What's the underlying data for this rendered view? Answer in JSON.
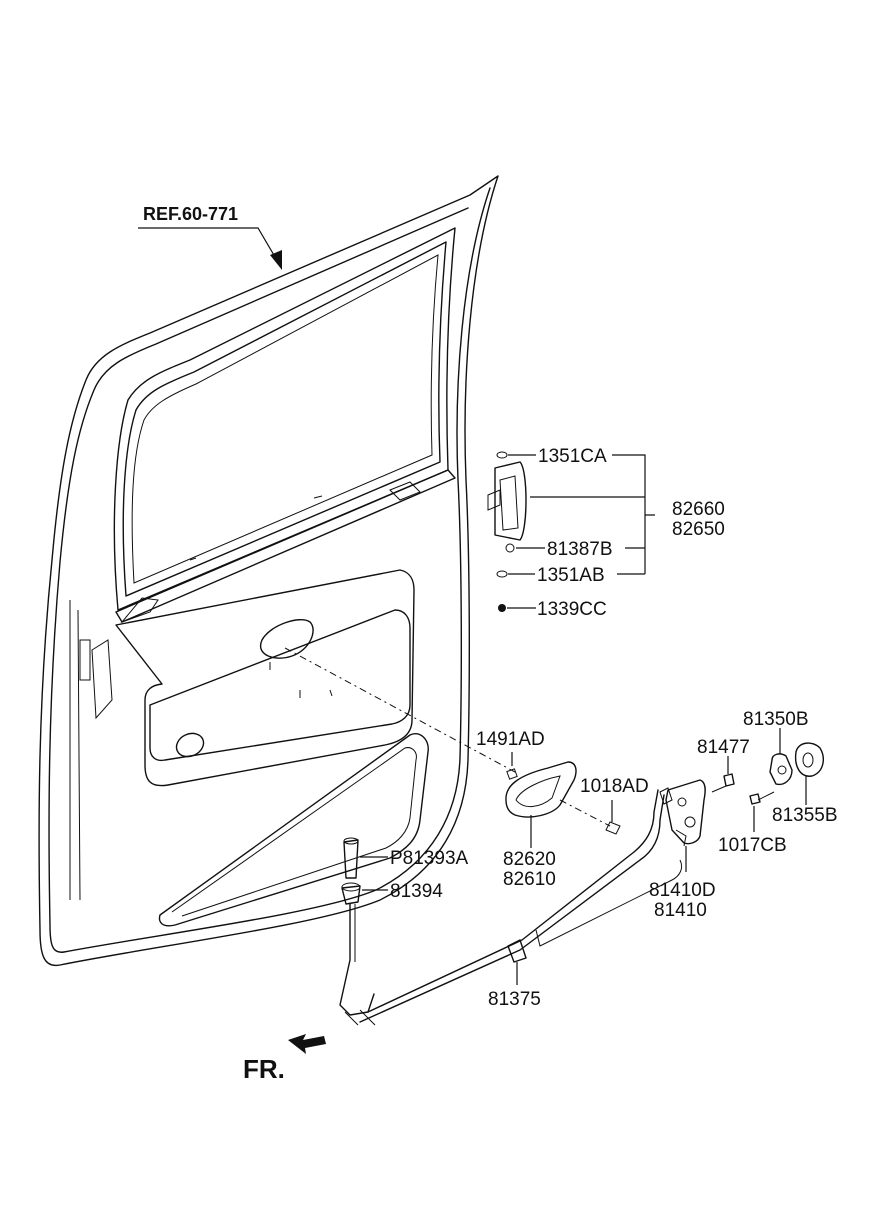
{
  "diagram": {
    "reference": "REF.60-771",
    "direction": "FR.",
    "parts": {
      "p1351CA": "1351CA",
      "p82660": "82660",
      "p82650": "82650",
      "p81387B": "81387B",
      "p1351AB": "1351AB",
      "p1339CC": "1339CC",
      "p1491AD": "1491AD",
      "p1018AD": "1018AD",
      "p82620": "82620",
      "p82610": "82610",
      "pP81393A": "P81393A",
      "p81394": "81394",
      "p81375": "81375",
      "p81477": "81477",
      "p81350B": "81350B",
      "p81355B": "81355B",
      "p1017CB": "1017CB",
      "p81410D": "81410D",
      "p81410": "81410"
    }
  }
}
